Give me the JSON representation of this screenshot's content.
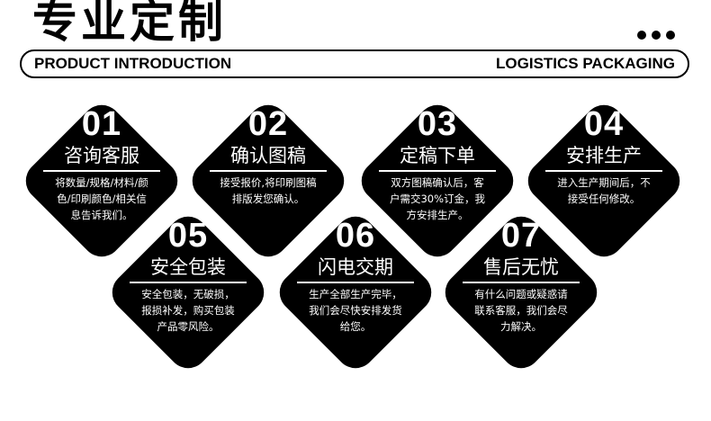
{
  "header": {
    "title": "专业定制",
    "left_label": "PRODUCT INTRODUCTION",
    "right_label": "LOGISTICS PACKAGING"
  },
  "steps": [
    {
      "num": "01",
      "title": "咨询客服",
      "desc": "将数量/规格/材料/颜\n色/印刷颜色/相关信\n息告诉我们。"
    },
    {
      "num": "02",
      "title": "确认图稿",
      "desc": "接受报价,将印刷图稿\n排版发您确认。"
    },
    {
      "num": "03",
      "title": "定稿下单",
      "desc": "双方图稿确认后，客\n户需交30%订金，我\n方安排生产。"
    },
    {
      "num": "04",
      "title": "安排生产",
      "desc": "进入生产期间后，不\n接受任何修改。"
    },
    {
      "num": "05",
      "title": "安全包装",
      "desc": "安全包装，无破损，\n报损补发，购买包装\n产品零风险。"
    },
    {
      "num": "06",
      "title": "闪电交期",
      "desc": "生产全部生产完毕，\n我们会尽快安排发货\n给您。"
    },
    {
      "num": "07",
      "title": "售后无忧",
      "desc": "有什么问题或疑惑请\n联系客服，我们会尽\n力解决。"
    }
  ]
}
